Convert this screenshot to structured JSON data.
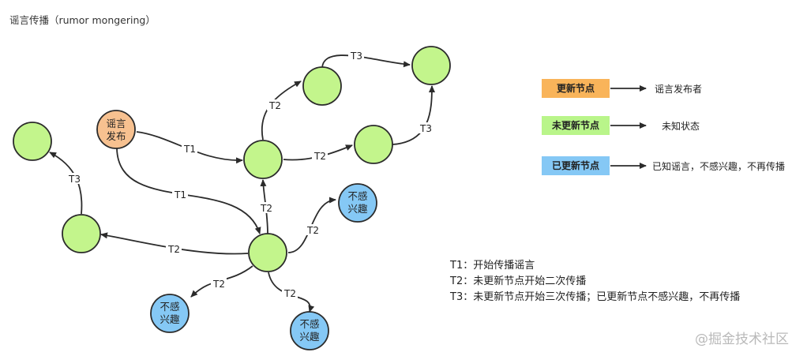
{
  "title": "谣言传播（rumor mongering）",
  "nodes": {
    "publisher": [
      "谣言",
      "发布"
    ],
    "not_interested": [
      "不感",
      "兴趣"
    ]
  },
  "edge_labels": {
    "t1": "T1",
    "t2": "T2",
    "t3": "T3"
  },
  "legend": [
    {
      "box": "更新节点",
      "desc": "谣言发布者",
      "color": "#f9b45a"
    },
    {
      "box": "未更新节点",
      "desc": "未知状态",
      "color": "#b9f58a"
    },
    {
      "box": "已更新节点",
      "desc": "已知谣言，不感兴趣，不再传播",
      "color": "#85c8f5"
    }
  ],
  "steps": [
    "T1：开始传播谣言",
    "T2：未更新节点开始二次传播",
    "T3：未更新节点开始三次传播；已更新节点不感兴趣，不再传播"
  ],
  "watermark": "@掘金技术社区"
}
